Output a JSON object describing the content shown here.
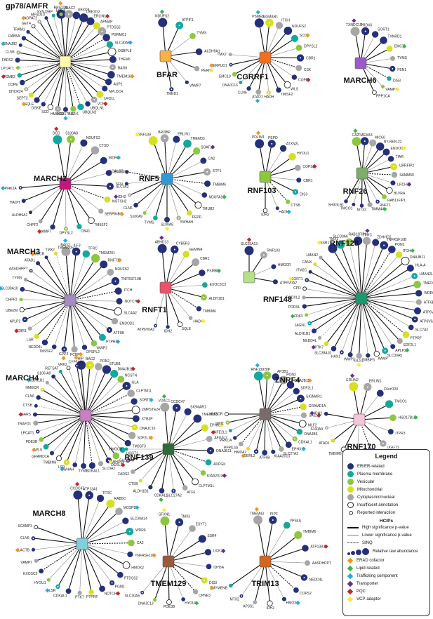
{
  "colors": {
    "er": "#25307a",
    "plasma": "#13a89e",
    "vesicular": "#8dc63f",
    "mito": "#d7df23",
    "cyto": "#a6a6a6",
    "erad": "#f7941d",
    "lipid": "#39b54a",
    "traffic": "#27aae1",
    "transporter": "#662d91",
    "pqc": "#c1272d",
    "vcp": "#f9ed32"
  },
  "networks": [
    {
      "hub": "gp78/AMFR",
      "hubColor": "#fffbb0",
      "nodes": [
        "RPS27A",
        "UBAC2",
        "UBXD8",
        "UBE2G2",
        "ERLIN1",
        "APMAP",
        "PTDSS2",
        "PGRMC1",
        "SLC30A6",
        "OSBPL8",
        "THEM6",
        "BAG6",
        "TMEM165",
        "AUP1",
        "NPLOC4",
        "UFD1L",
        "VCP",
        "UBQLN1",
        "UBQLN2",
        "GLG1",
        "HSD17B12",
        "HMGCR",
        "SCD",
        "DGKE",
        "SQLE",
        "SEPT2",
        "DHCR24",
        "COPE",
        "PSMB2",
        "LPCAT1",
        "FADS2",
        "CLN6",
        "DNAJB2",
        "RAB5A",
        "TRAM1",
        "GET4",
        "AGPAT2",
        "MFSD10",
        "SYNJ2BP",
        "EMC6"
      ],
      "hubNote": ""
    },
    {
      "hub": "BFAR",
      "hubColor": "#f7b04a",
      "nodes": [
        "NDUFS2",
        "ATPIF1",
        "TYMS",
        "ALDH9A1",
        "PERK",
        "VAMP7",
        "TMED1"
      ]
    },
    {
      "hub": "CGRRF1",
      "hubColor": "#f26f21",
      "nodes": [
        "PSME3",
        "SIGMAR1",
        "ITCH",
        "NDUFS2",
        "SCD",
        "DPYSL2",
        "CBR1",
        "CSK",
        "COPE",
        "WLS",
        "TMISF2",
        "HADH",
        "ATAD1",
        "CLN6",
        "DNAJC16",
        "EMC10",
        "HERPUD1",
        "TMX2"
      ]
    },
    {
      "hub": "MARCH6",
      "hubColor": "#9b59c9",
      "nodes": [
        "TXNDC15",
        "PRDX6",
        "SORT1",
        "TXNRD1",
        "EMC7",
        "TYMS",
        "FEN1",
        "DIS3",
        "VAMP7",
        "PPP1CA"
      ]
    },
    {
      "hub": "MARCH2",
      "hubColor": "#c2177e",
      "nodes": [
        "DCD",
        "S100A8",
        "NDUFS2",
        "CTSD",
        "WDR6",
        "S100A9",
        "SLC3A2",
        "NOTCH2",
        "SERPINB3",
        "TM9SF2",
        "CBR1",
        "DPYSL2",
        "VAMP7",
        "CHPF2",
        "ALDH9A1",
        "HADH",
        "PI4K2A"
      ]
    },
    {
      "hub": "RNF5",
      "hubColor": "#3199d4",
      "nodes": [
        "RNF139",
        "BRI3BP",
        "ERLIN1",
        "TMEM33",
        "SOAT1",
        "CA2",
        "ETF1",
        "TMBIM6",
        "NDUFA10",
        "TMUB2",
        "PEPD",
        "YWHAH",
        "S100A8",
        "TYMS",
        "S100A9",
        "CLN6",
        "IDH2",
        "SFN",
        "LGALS7"
      ]
    },
    {
      "hub": "RNF103",
      "hubColor": "#8dc63f",
      "nodes": [
        "PDLIM1",
        "PEPD",
        "ATXN2L",
        "HYOU1",
        "COPS2",
        "CBR1",
        "DIS3",
        "CTSB",
        "HADH",
        "IDH2"
      ]
    },
    {
      "hub": "RNF26",
      "hubColor": "#7fae6a",
      "nodes": [
        "CA2",
        "TMEM43",
        "MIC60",
        "NY-REN-22",
        "ENDOD1",
        "TIAR",
        "URRFIP2",
        "SAMM50",
        "LRCH3",
        "BLVRA",
        "RAB11FIP1",
        "RNFT1",
        "TIMM44",
        "MTX2",
        "TMCO1",
        "SH3GLB1"
      ]
    },
    {
      "hub": "MARCH3",
      "hubColor": "#a78bc4",
      "nodes": [
        "BAG2",
        "ILF3",
        "TFRC",
        "TMEM201",
        "RNFT1",
        "NDUFS2",
        "TNFRSF10B",
        "ITCH",
        "NOTCH2",
        "SLC4A2",
        "ENDOD1",
        "ATF6B",
        "PTPRF",
        "WWP2",
        "OPSPL2",
        "PCBP",
        "GPP2",
        "TM9SF2",
        "NEDD4L",
        "LSR",
        "CBR1",
        "APLP2",
        "UBE2M",
        "CHPF2",
        "SLC39A10",
        "TYMS",
        "AASDHPPT",
        "ATAD1",
        "HMGCR",
        "TMX2",
        "TMEM205"
      ]
    },
    {
      "hub": "RNFT1",
      "hubColor": "#e8546a",
      "nodes": [
        "ABHD13",
        "CYB5R3",
        "GEMIN4",
        "CBR1",
        "PSMB2",
        "EXOC3C3",
        "ALDH1B1",
        "TMBIM6",
        "HADH",
        "SQLE",
        "IDH2",
        "ATP6V0A2"
      ]
    },
    {
      "hub": "RNF148",
      "hubColor": "#b7e08a",
      "nodes": [
        "SLC25A13",
        "RNF103",
        "HMGCR",
        "ATP6V0A2"
      ]
    },
    {
      "hub": "RNF128",
      "hubColor": "#1a9a6e",
      "nodes": [
        "SSR1",
        "TMX1",
        "SLC30A6",
        "RAB11FIP1",
        "TFRC",
        "ZDHHC5",
        "TNFRSF10B",
        "PON2",
        "ITCH",
        "DNAJB11",
        "HLA-A",
        "LMAN2L",
        "TMED9",
        "WDR6",
        "ATF6B",
        "ATP6V0A1",
        "ATP6V0A2",
        "SLC7A2",
        "PTPRF",
        "SDF2L1",
        "APLP2",
        "SLC30A5",
        "AAMP",
        "TMBIF3",
        "GLG1",
        "WWP2",
        "HAX1",
        "SLC39A10",
        "PTK7",
        "NEDD4L",
        "ALDH1B1",
        "JAGN1",
        "CD63",
        "PODXL",
        "PODXL2",
        "CPD",
        "SORT1",
        "ITM2C",
        "CANX",
        "LMAN2"
      ]
    },
    {
      "hub": "MARCH4",
      "hubColor": "#c97fc1",
      "nodes": [
        "BIP",
        "BAG2",
        "PON2",
        "STUB1",
        "DNAJB12",
        "NCSTN",
        "GLA",
        "CLPTM1L",
        "SORT1",
        "ZMPSTE24",
        "XTB3P",
        "DNAJC16",
        "SDF2L1",
        "TM9SF3",
        "UGGT1",
        "SLC27A4",
        "DERL2",
        "SLC3A2",
        "CDKAL1",
        "TYMS",
        "YWHAH",
        "LSR",
        "TMBIM6",
        "GRAMD1A",
        "WLS",
        "PDE3B",
        "LPCAT1",
        "TRAFD1",
        "SARS",
        "CTSB",
        "CLN6",
        "HMGCR",
        "ALDH1B1",
        "S100-A9",
        "RETSAT",
        "VRK2",
        "CYP51A1"
      ]
    },
    {
      "hub": "RNF139",
      "hubColor": "#2f6b3a",
      "nodes": [
        "VDAC1",
        "CCDC47",
        "SIGMAR1",
        "TMEM165",
        "EPHX1",
        "AFG3L2",
        "DNAJB11",
        "ADPGK",
        "KIAA2013",
        "CLPTM1L",
        "ATF6",
        "SLC27A2",
        "CDKAL1",
        "ALDH1B1",
        "CTSB",
        "FADS2",
        "ABHD13",
        "HMGOR"
      ]
    },
    {
      "hub": "ZNRF4",
      "hubColor": "#7a6b6b",
      "nodes": [
        "RNF139",
        "BIP",
        "AP3B1",
        "PON2",
        "DNAJB11",
        "SDF2L1",
        "SIGMAR1",
        "GRAMD1A",
        "SAE1",
        "MLF2",
        "DNAJB6",
        "CDKAL1",
        "EPHX1",
        "SLC27A3",
        "KIAA2013",
        "ATF6B",
        "DERL2",
        "HMDA2",
        "PPPIL4A",
        "PRKCA",
        "NFE2L1",
        "IDH2",
        "HMGOR"
      ]
    },
    {
      "hub": "RNF170",
      "hubColor": "#f7c5d9",
      "nodes": [
        "ERLIN2",
        "ERLIN1",
        "C6orf120",
        "TMCO1",
        "HSD17B12",
        "ITPR3",
        "UGGT1",
        "TMX3",
        "COPS2",
        "TMBIM6",
        "ATAD1",
        "S100A9",
        "IDH2"
      ]
    },
    {
      "hub": "MARCH8",
      "hubColor": "#7fd0dc",
      "nodes": [
        "CCDC47",
        "ATP13A1",
        "TFRC",
        "RAB5C",
        "MOSPD2",
        "SLC39A14",
        "WDR6",
        "CA2",
        "TNFRSF10B",
        "HMOX2",
        "PTDSS2",
        "PGM1",
        "NOTCH2",
        "PTPRF",
        "PTK7",
        "CDKAL1",
        "LSR",
        "HYOU1",
        "EXOSC3",
        "VAMP7",
        "LACTB",
        "CLN6",
        "SCAMP3"
      ]
    },
    {
      "hub": "TMEM129",
      "hubColor": "#9c5a3c",
      "nodes": [
        "SFXN1",
        "TMX3",
        "ESYT1",
        "SSR4",
        "UCK2",
        "IDH3A",
        "DIS3",
        "CPNE3",
        "HYOU1",
        "PDE3B",
        "DNAJC13",
        "SLC30A5"
      ]
    },
    {
      "hub": "TRIM13",
      "hubColor": "#d4661f",
      "nodes": [
        "TMEM43",
        "PIPF",
        "VPS4A",
        "TMBIM6",
        "ATP13A1",
        "AASDHPPT",
        "NEDD4L",
        "COPS2",
        "HMOX2",
        "IDH2",
        "AP3S1",
        "MTX2",
        "ZMYMENB"
      ]
    }
  ],
  "legend": {
    "title": "Legend",
    "localization": [
      {
        "label": "ER/ER-related",
        "color": "#25307a"
      },
      {
        "label": "Plasma membrane",
        "color": "#13a89e"
      },
      {
        "label": "Vesicular",
        "color": "#8dc63f"
      },
      {
        "label": "Mitochondrial",
        "color": "#d7df23"
      },
      {
        "label": "Cytoplasmic/nuclear",
        "color": "#a6a6a6"
      },
      {
        "label": "Insufficient annotation",
        "color": "#ffffff"
      }
    ],
    "reported": "Reported interaction",
    "hcips_title": "HCIPs",
    "lines": [
      {
        "label": "High significance p-value"
      },
      {
        "label": "Lower significance p-value"
      },
      {
        "label": "SINQ"
      }
    ],
    "abundance": "Relative raw abundance",
    "functions": [
      {
        "label": "ERAD cofactor",
        "color": "#f7941d"
      },
      {
        "label": "Lipid related",
        "color": "#39b54a"
      },
      {
        "label": "Trafficking component",
        "color": "#27aae1"
      },
      {
        "label": "Transporter",
        "color": "#662d91"
      },
      {
        "label": "PQC",
        "color": "#c1272d"
      },
      {
        "label": "VCP-adaptor",
        "color": "#f9ed32"
      }
    ]
  }
}
